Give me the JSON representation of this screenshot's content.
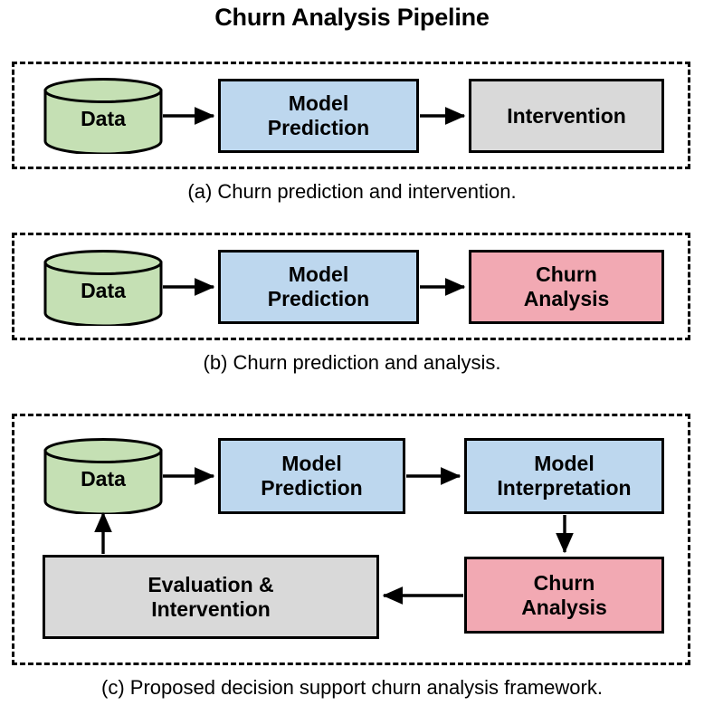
{
  "figure": {
    "title": "Churn Analysis Pipeline",
    "background": "#ffffff"
  },
  "colors": {
    "data_green": "#c5e0b4",
    "model_blue": "#bdd7ee",
    "neutral_gray": "#d9d9d9",
    "churn_pink": "#f2a9b3",
    "stroke": "#000000"
  },
  "panels": [
    {
      "id": "a",
      "caption": "(a) Churn prediction and intervention.",
      "nodes": [
        {
          "id": "a-data",
          "label": "Data",
          "shape": "cylinder",
          "color": "#c5e0b4"
        },
        {
          "id": "a-model-prediction",
          "label": "Model\nPrediction",
          "shape": "rect",
          "color": "#bdd7ee"
        },
        {
          "id": "a-intervention",
          "label": "Intervention",
          "shape": "rect",
          "color": "#d9d9d9"
        }
      ],
      "edges": [
        {
          "from": "a-data",
          "to": "a-model-prediction",
          "direction": "right"
        },
        {
          "from": "a-model-prediction",
          "to": "a-intervention",
          "direction": "right"
        }
      ]
    },
    {
      "id": "b",
      "caption": "(b) Churn prediction and analysis.",
      "nodes": [
        {
          "id": "b-data",
          "label": "Data",
          "shape": "cylinder",
          "color": "#c5e0b4"
        },
        {
          "id": "b-model-prediction",
          "label": "Model\nPrediction",
          "shape": "rect",
          "color": "#bdd7ee"
        },
        {
          "id": "b-churn-analysis",
          "label": "Churn\nAnalysis",
          "shape": "rect",
          "color": "#f2a9b3"
        }
      ],
      "edges": [
        {
          "from": "b-data",
          "to": "b-model-prediction",
          "direction": "right"
        },
        {
          "from": "b-model-prediction",
          "to": "b-churn-analysis",
          "direction": "right"
        }
      ]
    },
    {
      "id": "c",
      "caption": "(c) Proposed decision support churn analysis framework.",
      "nodes": [
        {
          "id": "c-data",
          "label": "Data",
          "shape": "cylinder",
          "color": "#c5e0b4"
        },
        {
          "id": "c-model-prediction",
          "label": "Model\nPrediction",
          "shape": "rect",
          "color": "#bdd7ee"
        },
        {
          "id": "c-model-interpretation",
          "label": "Model\nInterpretation",
          "shape": "rect",
          "color": "#bdd7ee"
        },
        {
          "id": "c-churn-analysis",
          "label": "Churn\nAnalysis",
          "shape": "rect",
          "color": "#f2a9b3"
        },
        {
          "id": "c-evaluation-intervention",
          "label": "Evaluation &\nIntervention",
          "shape": "rect",
          "color": "#d9d9d9"
        }
      ],
      "edges": [
        {
          "from": "c-data",
          "to": "c-model-prediction",
          "direction": "right"
        },
        {
          "from": "c-model-prediction",
          "to": "c-model-interpretation",
          "direction": "right"
        },
        {
          "from": "c-model-interpretation",
          "to": "c-churn-analysis",
          "direction": "down"
        },
        {
          "from": "c-churn-analysis",
          "to": "c-evaluation-intervention",
          "direction": "left"
        },
        {
          "from": "c-evaluation-intervention",
          "to": "c-data",
          "direction": "up"
        }
      ]
    }
  ]
}
